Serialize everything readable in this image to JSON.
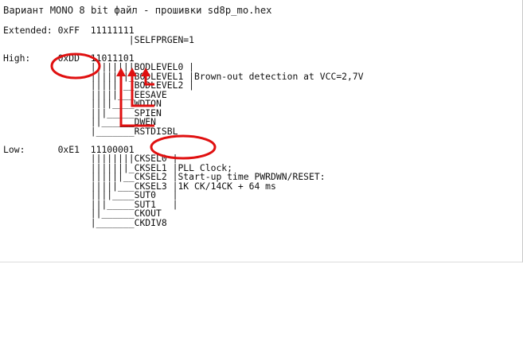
{
  "title": "Вариант MONO 8 bit файл - прошивки sd8p_mo.hex",
  "lines": [
    "Extended: 0xFF  11111111",
    "                       |SELFPRGEN=1",
    "",
    "High:     0xDD  11011101",
    "                ||||||||BODLEVEL0 |",
    "                |||||||_BODLEVEL1 |Brown-out detection at VCC=2,7V",
    "                ||||||__BODLEVEL2 |",
    "                |||||___EESAVE",
    "                ||||____WDTON",
    "                |||_____SPIEN",
    "                ||______DWEN",
    "                |_______RSTDISBL",
    "",
    "Low:      0xE1  11100001",
    "                ||||||||CKSEL0 |",
    "                |||||||_CKSEL1 |PLL Clock;",
    "                ||||||__CKSEL2 |Start-up time PWRDWN/RESET:",
    "                |||||___CKSEL3 |1K CK/14CK + 64 ms",
    "                ||||____SUT0   |",
    "                |||_____SUT1   |",
    "                ||______CKOUT",
    "                |_______CKDIV8"
  ],
  "annotation_color": "#e01010"
}
